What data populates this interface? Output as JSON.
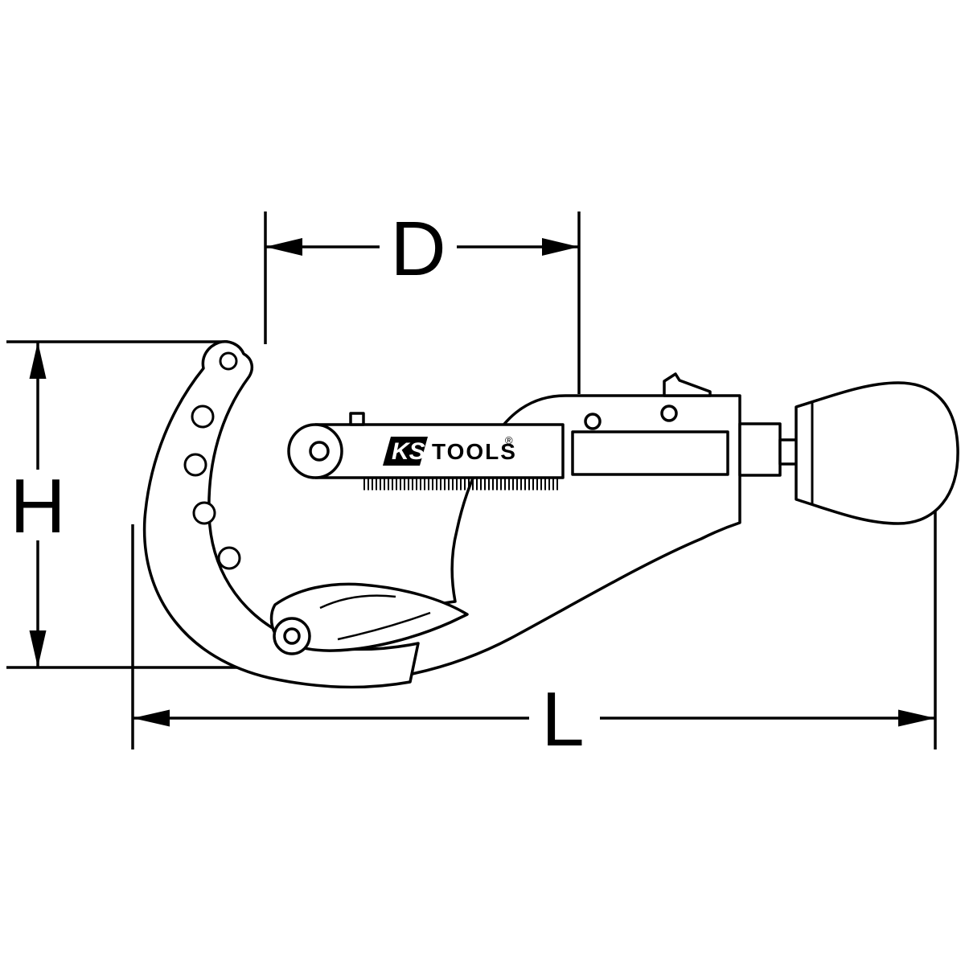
{
  "dimensions": {
    "d_label": "D",
    "h_label": "H",
    "l_label": "L"
  },
  "logo": {
    "ks": "KS",
    "tools": "TOOLS",
    "registered_mark": "®"
  },
  "colors": {
    "line": "#000000",
    "background": "#ffffff"
  }
}
